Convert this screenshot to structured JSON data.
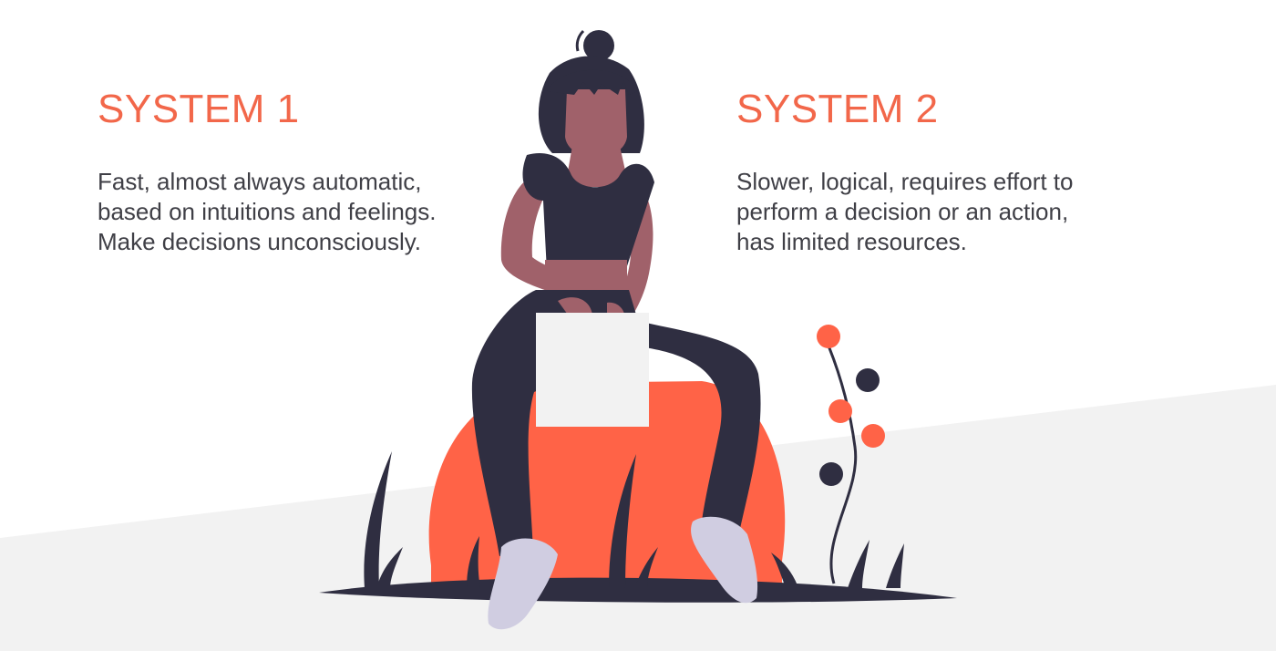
{
  "system1": {
    "title": "SYSTEM 1",
    "lines": [
      "Fast, almost always automatic,",
      "based on intuitions and feelings.",
      "Make decisions unconsciously."
    ]
  },
  "system2": {
    "title": "SYSTEM 2",
    "lines": [
      "Slower, logical, requires effort to",
      "perform a decision or an action,",
      "has limited resources."
    ]
  },
  "colors": {
    "accent": "#f2674a",
    "text": "#3f3f46",
    "ground": "#f2f2f2",
    "skin": "#a0616a",
    "dark": "#2f2e41",
    "shoe": "#d0cde1",
    "cushion": "#ff6347",
    "paper": "#f2f2f2"
  },
  "illustration": {
    "icons": [
      "woman-figure-icon",
      "cushion-icon",
      "flower-icon",
      "grass-icon"
    ]
  }
}
